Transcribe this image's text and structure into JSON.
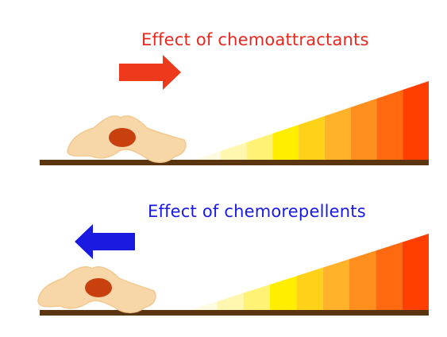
{
  "panels": [
    {
      "title": "Effect of chemoattractants",
      "title_color": "#e8281f",
      "arrow_direction": "right",
      "arrow_color": "#ee3a1c",
      "cell_color": "#f7d6a8",
      "nucleus_color": "#c8400e",
      "gradient_colors": [
        "#fffbe0",
        "#fff7b0",
        "#fff274",
        "#ffee00",
        "#ffd21a",
        "#ffb22a",
        "#ff8f1e",
        "#ff6a10",
        "#ff3f00"
      ],
      "surface_color": "#5a3510"
    },
    {
      "title": "Effect of chemorepellents",
      "title_color": "#1a1ae8",
      "arrow_direction": "left",
      "arrow_color": "#1a1ae0",
      "cell_color": "#f7d6a8",
      "nucleus_color": "#c8400e",
      "gradient_colors": [
        "#fffbe0",
        "#fff7b0",
        "#fff274",
        "#ffee00",
        "#ffd21a",
        "#ffb22a",
        "#ff8f1e",
        "#ff6a10",
        "#ff3f00"
      ],
      "surface_color": "#5a3510"
    }
  ]
}
